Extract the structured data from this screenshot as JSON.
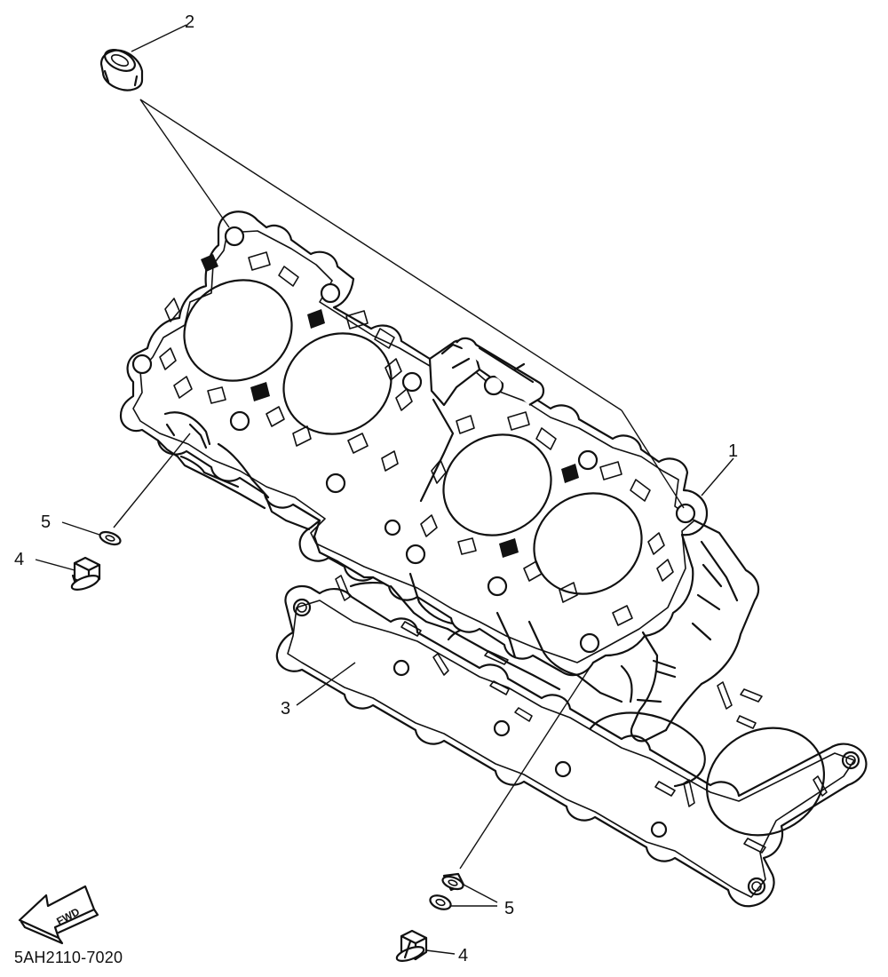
{
  "drawing_code": "5AH2110-7020",
  "direction_arrow_label": "FWD",
  "callouts": {
    "c1": "1",
    "c2": "2",
    "c3": "3",
    "c4_left": "4",
    "c5_left": "5",
    "c4_right": "4",
    "c5_right": "5"
  },
  "parts": [
    {
      "ref": "1",
      "shape": "cylinder-block"
    },
    {
      "ref": "2",
      "shape": "dowel-pin"
    },
    {
      "ref": "3",
      "shape": "cylinder-gasket"
    },
    {
      "ref": "4",
      "shape": "bolt"
    },
    {
      "ref": "5",
      "shape": "washer"
    }
  ]
}
